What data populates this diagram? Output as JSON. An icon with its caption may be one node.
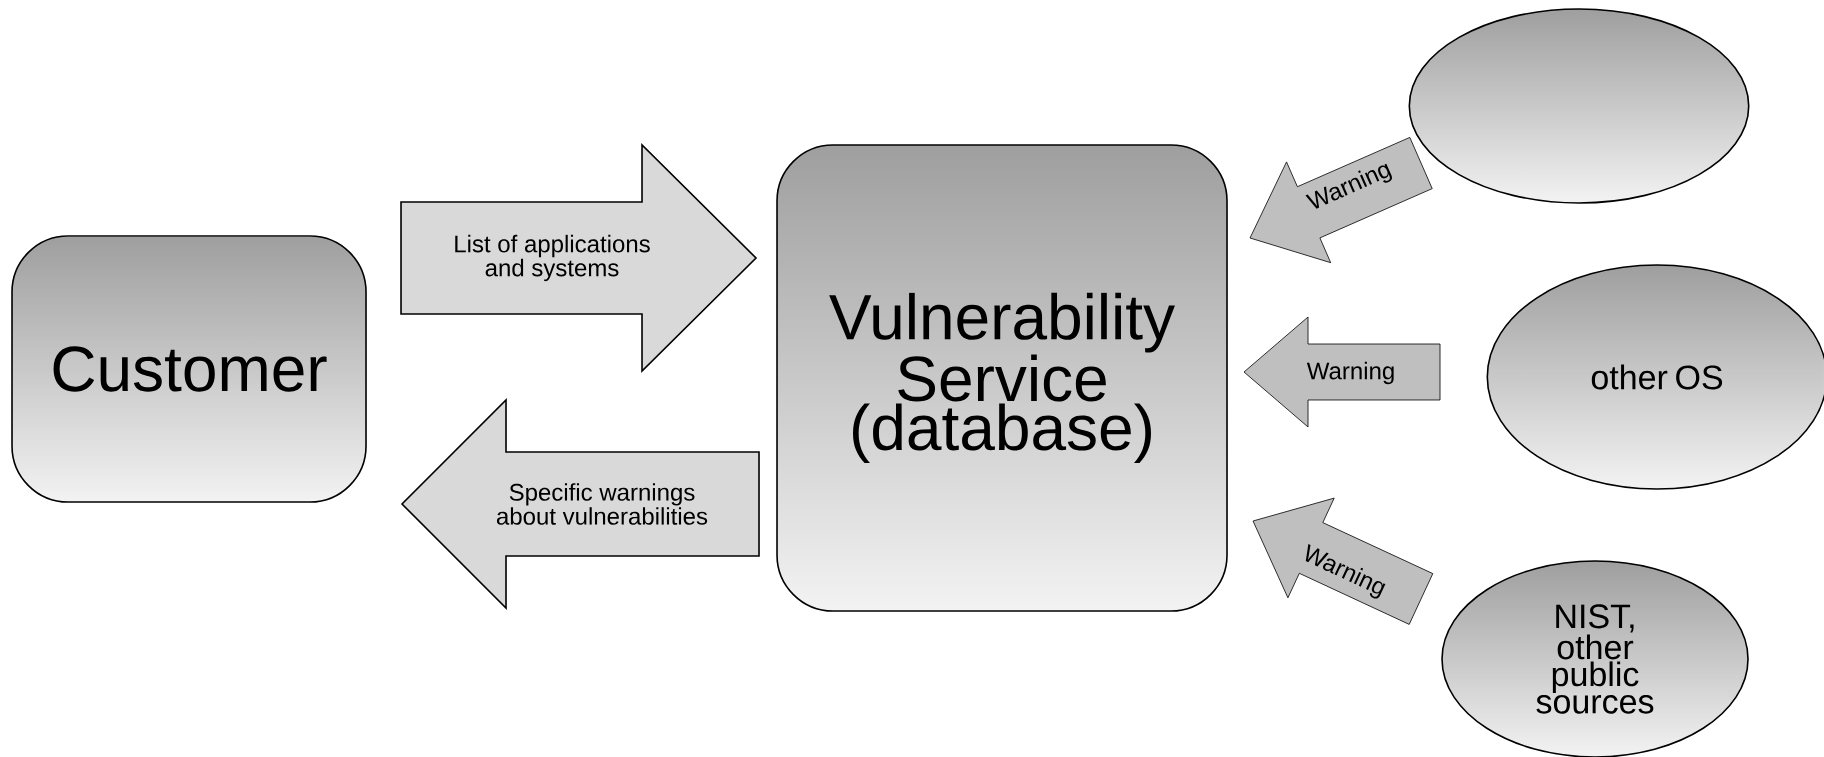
{
  "diagram": {
    "nodes": [
      {
        "text": [
          "Customer"
        ]
      },
      {
        "text": [
          "Vulnerability Service (database)"
        ]
      },
      {
        "text": [],
        "shape": "ellipse"
      },
      {
        "text": [
          "other OS"
        ]
      },
      {
        "text": [
          "NIST, other public sources"
        ]
      }
    ],
    "edges": [
      {
        "from": 0,
        "to": 1,
        "arrow": "to",
        "label": "List of applications and systems"
      },
      {
        "from": 1,
        "to": 0,
        "arrow": "to",
        "label": "Specific warnings about vulnerabilities"
      },
      {
        "from": 2,
        "to": 1,
        "arrow": "to",
        "label": "Warning"
      },
      {
        "from": 3,
        "to": 1,
        "arrow": "to",
        "label": "Warning"
      },
      {
        "from": 4,
        "to": 1,
        "arrow": "to",
        "label": "Warning"
      }
    ]
  }
}
